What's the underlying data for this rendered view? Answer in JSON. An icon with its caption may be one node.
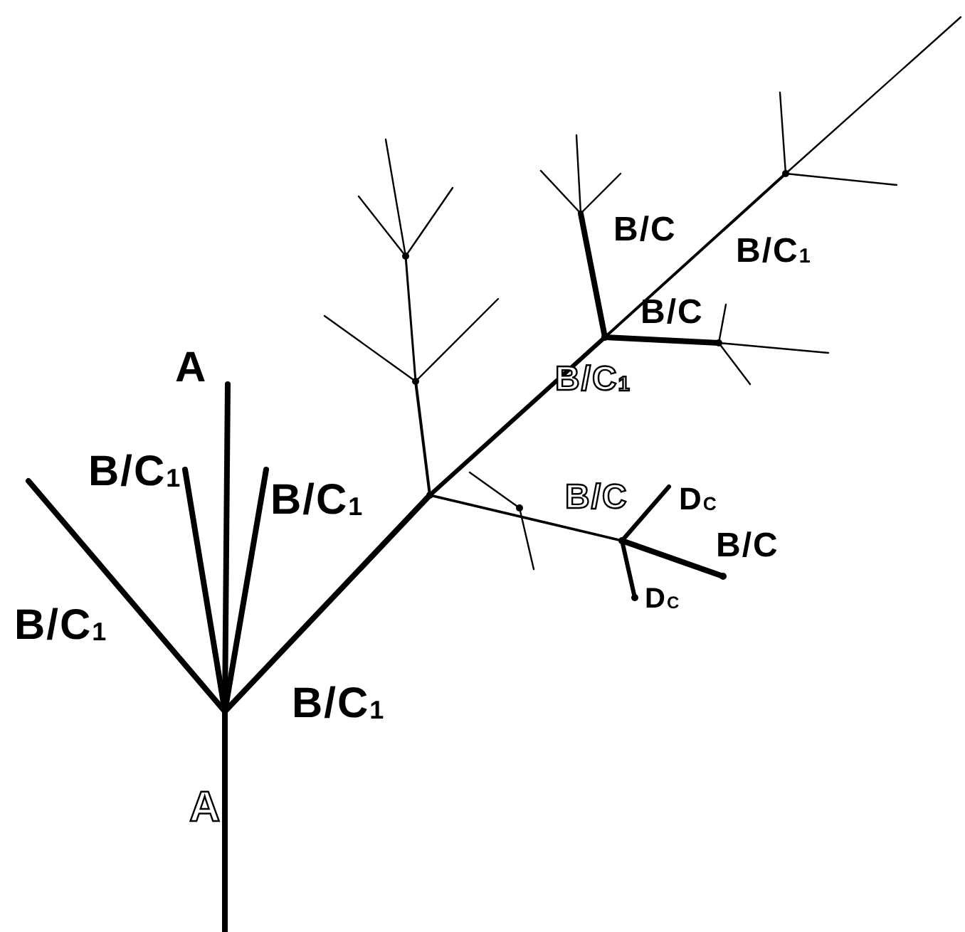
{
  "diagram": {
    "labels": [
      "B/C",
      "B/C$_{1}$",
      "B/C",
      "A",
      "B/C$_{1}$",
      "B/C$_{1}$",
      "B/C$_{1}$",
      "B/C",
      "D$_{C}$",
      "B/C",
      "D$_{C}$",
      "B/C$_{1}$",
      "B/C$_{1}$",
      "A"
    ]
  }
}
